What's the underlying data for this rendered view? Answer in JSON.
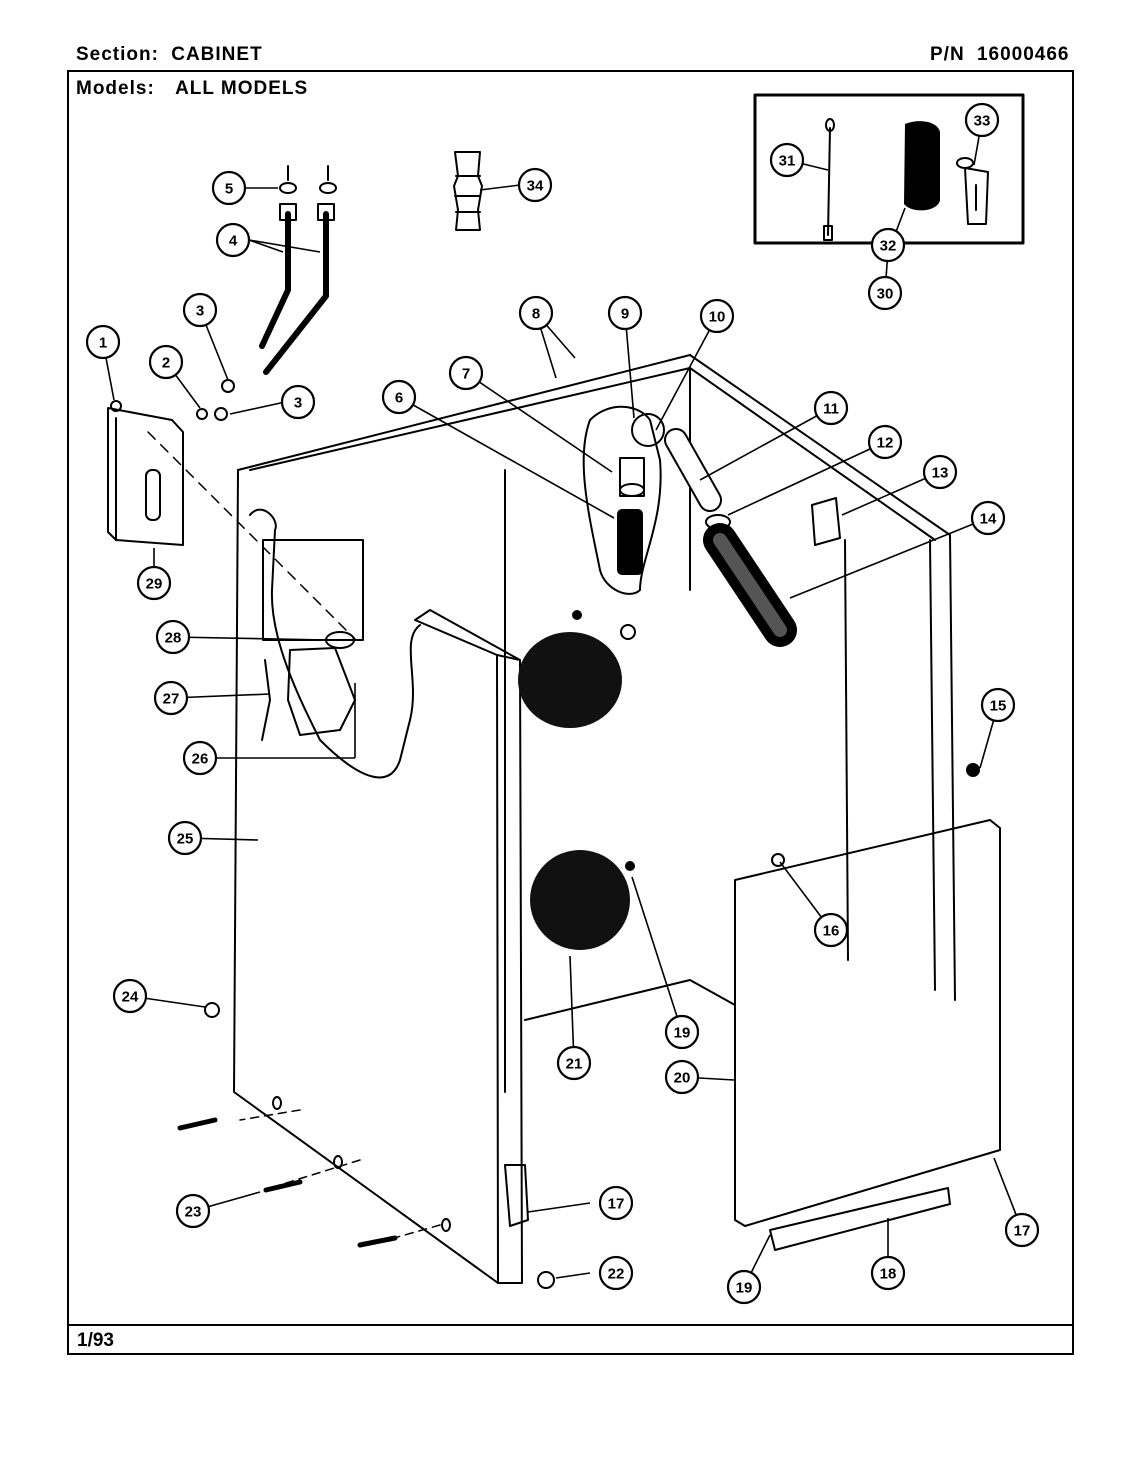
{
  "header": {
    "section_label": "Section:",
    "section_value": "CABINET",
    "models_label": "Models:",
    "models_value": "ALL MODELS",
    "pn_label": "P/N",
    "pn_value": "16000466"
  },
  "footer": {
    "date": "1/93"
  },
  "callouts": [
    "1",
    "2",
    "3",
    "3",
    "4",
    "5",
    "6",
    "7",
    "8",
    "9",
    "10",
    "11",
    "12",
    "13",
    "14",
    "15",
    "16",
    "17",
    "17",
    "18",
    "19",
    "19",
    "20",
    "21",
    "22",
    "23",
    "24",
    "25",
    "26",
    "27",
    "28",
    "29",
    "30",
    "31",
    "32",
    "33",
    "34"
  ]
}
